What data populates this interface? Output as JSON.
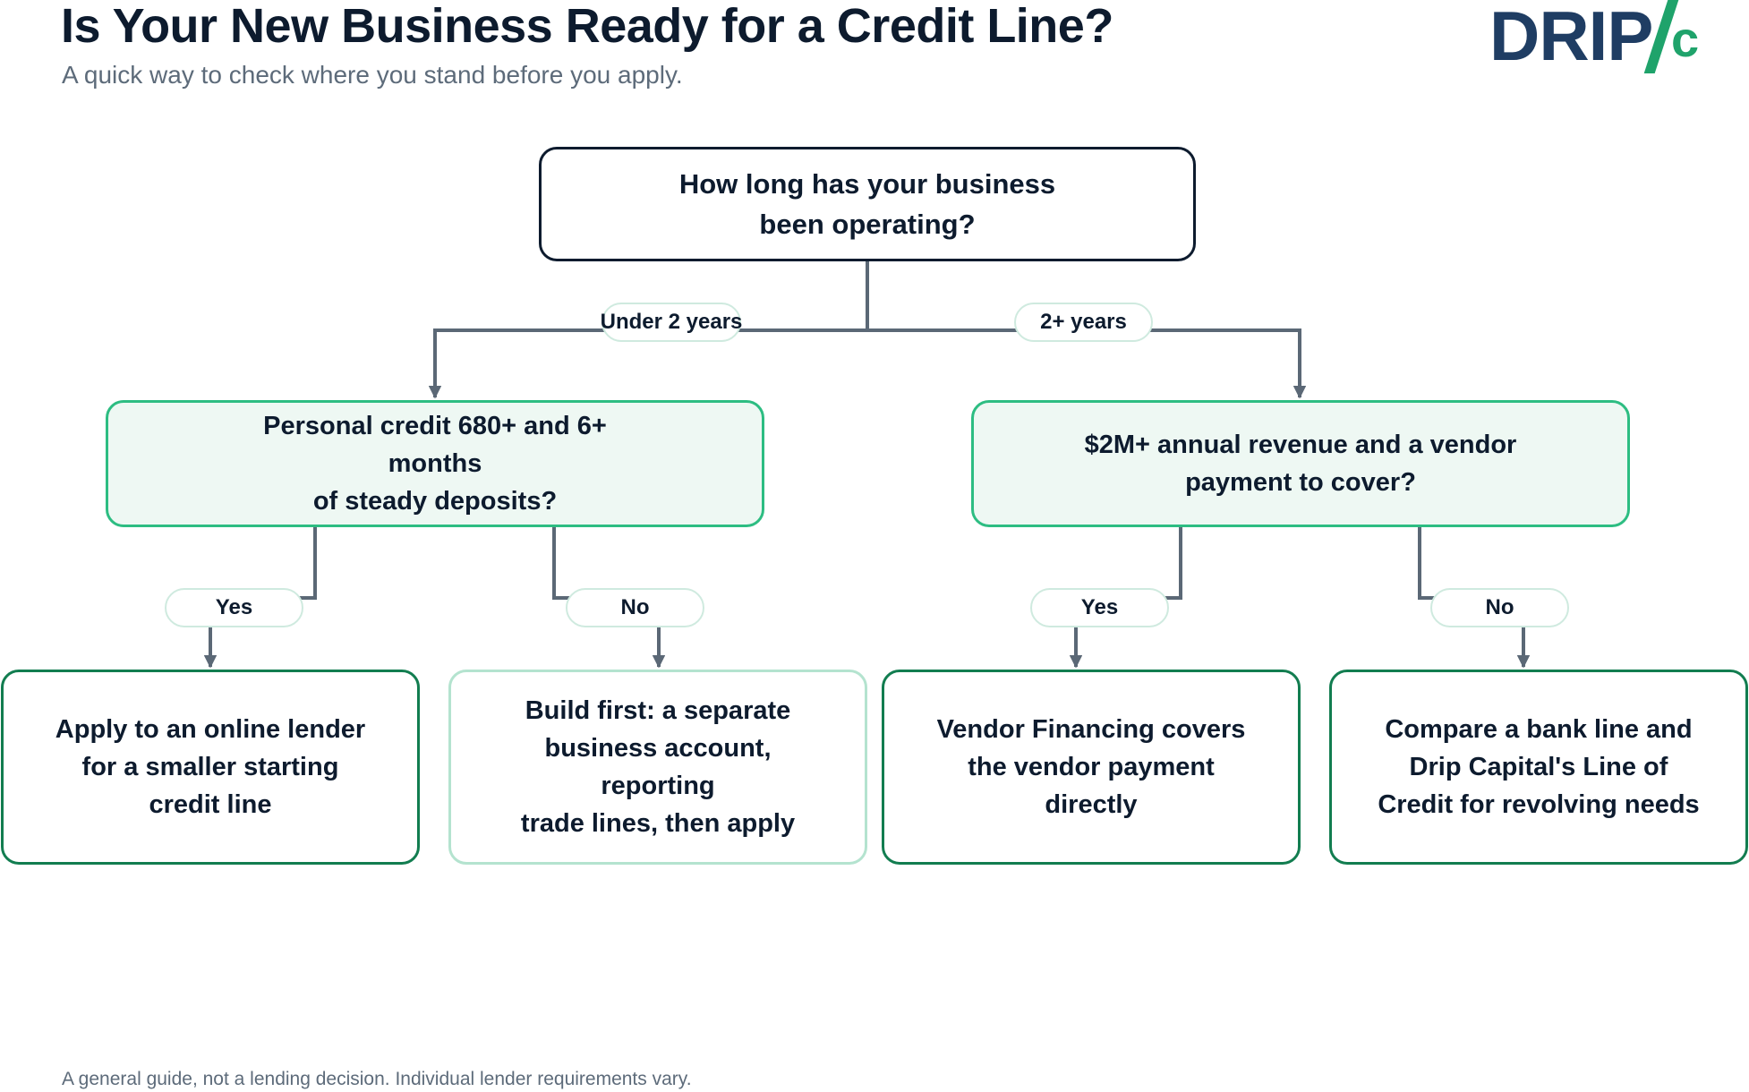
{
  "header": {
    "title": "Is Your New Business Ready for a Credit Line?",
    "subtitle": "A quick way to check where you stand before you apply."
  },
  "logo": {
    "text": "DRIP",
    "mark": "c",
    "brand_color": "#1f3d63",
    "accent_color": "#1fa36b"
  },
  "flowchart": {
    "root": {
      "line1": "How long has your business",
      "line2": "been operating?"
    },
    "branches": {
      "left_label": "Under 2 years",
      "right_label": "2+ years"
    },
    "left_question": {
      "line1": "Personal credit 680+ and 6+ months",
      "line2": "of steady deposits?",
      "yes_label": "Yes",
      "no_label": "No"
    },
    "right_question": {
      "line1": "$2M+ annual revenue and a vendor",
      "line2": "payment to cover?",
      "yes_label": "Yes",
      "no_label": "No"
    },
    "outcomes": [
      {
        "line1": "Apply to an online lender",
        "line2": "for a smaller starting",
        "line3": "credit line"
      },
      {
        "line1": "Build first: a separate",
        "line2": "business account, reporting",
        "line3": "trade lines, then apply"
      },
      {
        "line1": "Vendor Financing covers",
        "line2": "the vendor payment",
        "line3": "directly"
      },
      {
        "line1": "Compare a bank line and",
        "line2": "Drip Capital's Line of",
        "line3": "Credit for revolving needs"
      }
    ]
  },
  "colors": {
    "connector": "#5b6876",
    "question_border": "#2dbd82",
    "question_fill": "#eef8f3",
    "outcome_border": "#127d50",
    "outcome_border_muted": "#b4e3cf",
    "title_text": "#0d1b2e"
  },
  "footer": {
    "note": "A general guide, not a lending decision. Individual lender requirements vary."
  }
}
